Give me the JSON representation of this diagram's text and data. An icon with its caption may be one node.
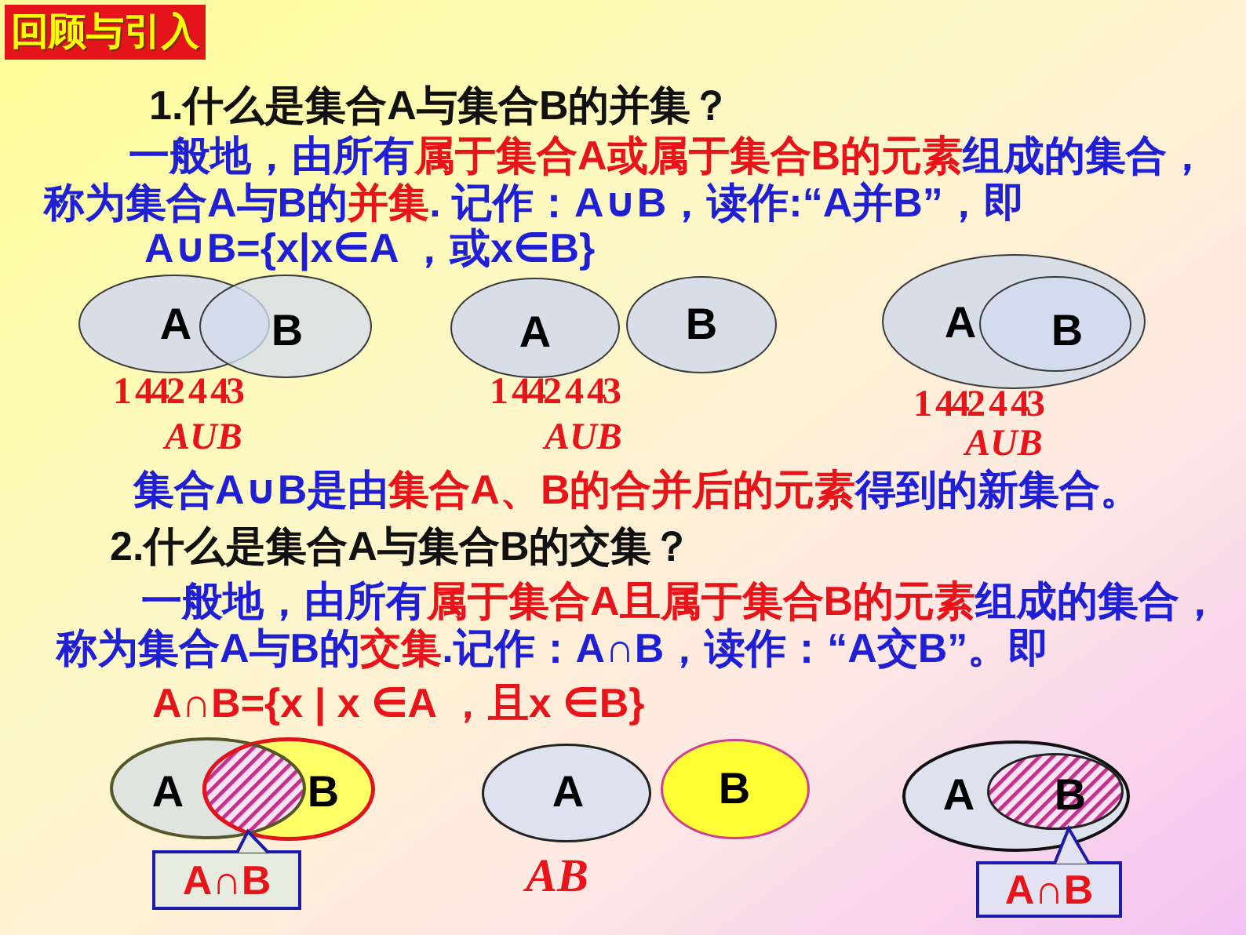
{
  "diagram": {
    "title": "回顾与引入",
    "nodes": [
      {
        "text": [
          "A"
        ]
      },
      {
        "text": [
          "B"
        ]
      },
      {
        "text": [
          "A"
        ]
      },
      {
        "text": [
          "B"
        ]
      },
      {
        "text": [
          "A"
        ]
      },
      {
        "text": [
          "B"
        ],
        "in": 4
      },
      {
        "text": [
          "A"
        ]
      },
      {
        "text": [
          "B"
        ]
      },
      {
        "text": [],
        "shape": "lens"
      },
      {
        "text": [
          "A∩B"
        ]
      },
      {
        "text": [
          "A"
        ]
      },
      {
        "text": [
          "B"
        ]
      },
      {
        "text": [
          "A"
        ]
      },
      {
        "text": [
          "B"
        ],
        "in": 12
      },
      {
        "text": [
          "A∩B"
        ]
      }
    ],
    "edges": [
      {
        "from": 9,
        "to": 8,
        "arrow": "to"
      },
      {
        "from": 14,
        "to": 13,
        "arrow": "to"
      }
    ],
    "labels": [
      "1.什么是集合A与集合B的并集？",
      "一般地，由所有**属于集合A或属于集合B的元素**组成的集合，称为集合A与B的**并集**. 记作：A∪B，读作:“A并B”，即",
      "A∪B={x|x∈A ，或x∈B}",
      "1 442 4 43",
      "1 442 4 43",
      "1 442 4 43",
      "AUB",
      "AUB",
      "AUB",
      "集合A∪B是由**集合A、B的合并后的元素**得到的新集合。",
      "2.什么是集合A与集合B的交集？",
      "一般地，由所有**属于集合A且属于集合B的元素**组成的集合，称为集合A与B的**交集**.记作：A∩B，读作：“A交B”。即",
      "A∩B={x | x ∈A ，且x ∈B}",
      "AB"
    ]
  }
}
